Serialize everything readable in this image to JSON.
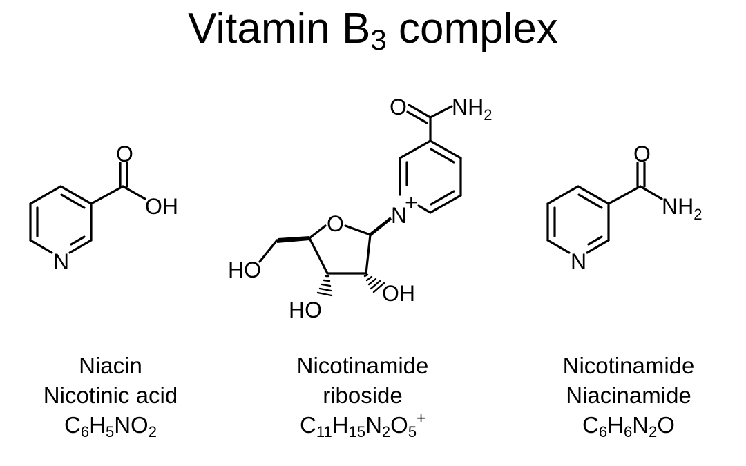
{
  "title": {
    "main": "Vitamin B",
    "sub": "3",
    "rest": " complex"
  },
  "molecules": [
    {
      "atoms": {
        "o": "O",
        "oh": "OH",
        "n": "N"
      },
      "names": [
        "Niacin",
        "Nicotinic acid"
      ],
      "formula": [
        {
          "t": "C"
        },
        {
          "s": "6"
        },
        {
          "t": "H"
        },
        {
          "s": "5"
        },
        {
          "t": "NO"
        },
        {
          "s": "2"
        }
      ]
    },
    {
      "atoms": {
        "o": "O",
        "nh2": "NH",
        "nh2_sub": "2",
        "n": "N",
        "plus": "+",
        "ring_o": "O",
        "ho1": "HO",
        "ho2": "HO",
        "oh": "OH"
      },
      "names": [
        "Nicotinamide",
        "riboside"
      ],
      "formula": [
        {
          "t": "C"
        },
        {
          "s": "11"
        },
        {
          "t": "H"
        },
        {
          "s": "15"
        },
        {
          "t": "N"
        },
        {
          "s": "2"
        },
        {
          "t": "O"
        },
        {
          "s": "5"
        },
        {
          "p": "+"
        }
      ]
    },
    {
      "atoms": {
        "o": "O",
        "nh2": "NH",
        "nh2_sub": "2",
        "n": "N"
      },
      "names": [
        "Nicotinamide",
        "Niacinamide"
      ],
      "formula": [
        {
          "t": "C"
        },
        {
          "s": "6"
        },
        {
          "t": "H"
        },
        {
          "s": "6"
        },
        {
          "t": "N"
        },
        {
          "s": "2"
        },
        {
          "t": "O"
        }
      ]
    }
  ]
}
